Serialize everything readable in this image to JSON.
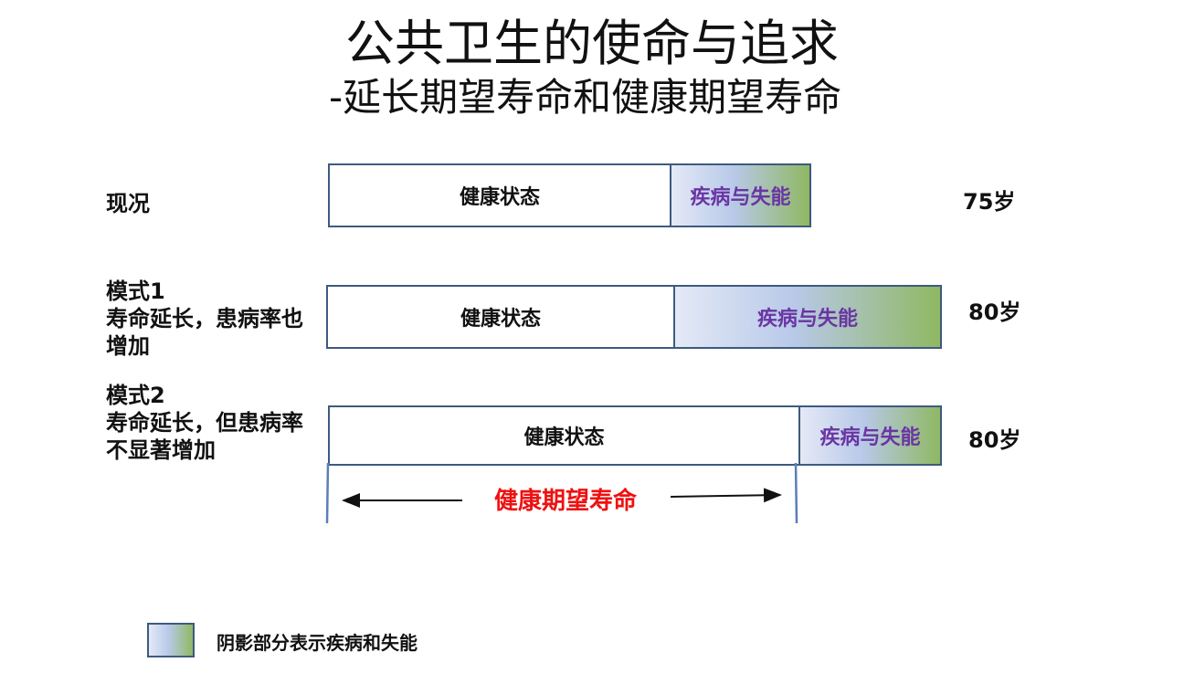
{
  "title": "公共卫生的使命与追求",
  "subtitle": "-延长期望寿命和健康期望寿命",
  "rows": [
    {
      "label_lines": [
        "现况"
      ],
      "healthy_label": "健康状态",
      "disease_label": "疾病与失能",
      "age": "75岁"
    },
    {
      "label_lines": [
        "模式1",
        "寿命延长，患病率也",
        "增加"
      ],
      "healthy_label": "健康状态",
      "disease_label": "疾病与失能",
      "age": "80岁"
    },
    {
      "label_lines": [
        "模式2",
        "寿命延长，但患病率",
        "不显著增加"
      ],
      "healthy_label": "健康状态",
      "disease_label": "疾病与失能",
      "age": "80岁"
    }
  ],
  "healthy_life_expectancy_label": "健康期望寿命",
  "legend": {
    "text": "阴影部分表示疾病和失能"
  },
  "colors": {
    "bar_border": "#3d5a80",
    "disease_text": "#6a35a4",
    "hle_text": "#ee1111",
    "gradient_start": "#e4e9f6",
    "gradient_end": "#8fb862"
  }
}
